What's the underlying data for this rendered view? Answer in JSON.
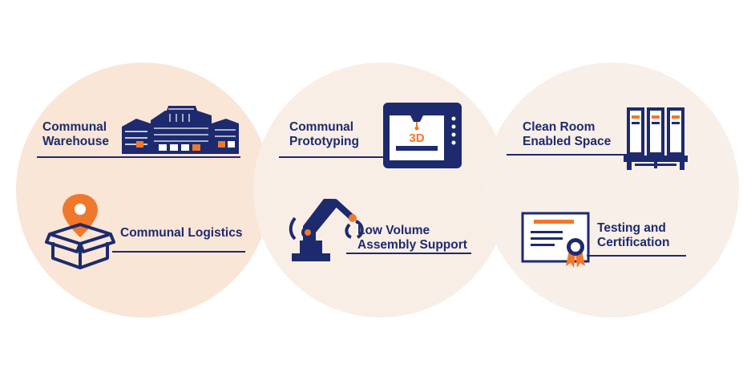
{
  "services": {
    "warehouse": "Communal\nWarehouse",
    "logistics": "Communal Logistics",
    "prototyping": "Communal\nPrototyping",
    "assembly": "Low Volume\nAssembly Support",
    "clean_room": "Clean Room\nEnabled Space",
    "testing": "Testing and\nCertification"
  },
  "printer_badge": "3D",
  "icons": {
    "warehouse": "warehouse-icon",
    "logistics": "package-location-icon",
    "prototyping": "3d-printer-icon",
    "assembly": "robotic-arm-icon",
    "clean_room": "clean-room-cabinet-icon",
    "testing": "certificate-icon"
  },
  "colors": {
    "navy": "#1e2a6e",
    "orange": "#f0782d",
    "circle_fill": "#f9e6d6"
  }
}
